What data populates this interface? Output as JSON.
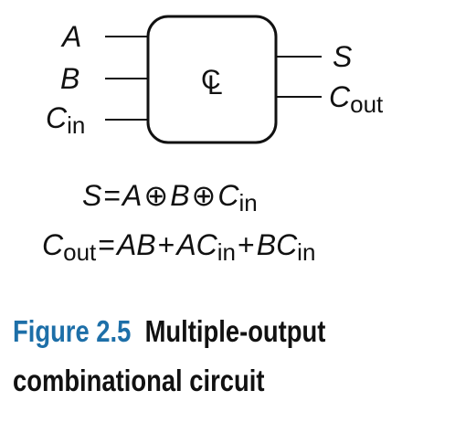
{
  "block": {
    "label": "CL"
  },
  "inputs": [
    {
      "name": "A",
      "sub": ""
    },
    {
      "name": "B",
      "sub": ""
    },
    {
      "name": "C",
      "sub": "in"
    }
  ],
  "outputs": [
    {
      "name": "S",
      "sub": ""
    },
    {
      "name": "C",
      "sub": "out"
    }
  ],
  "equations": {
    "sum": {
      "lhs": "S",
      "eq": "=",
      "a": "A",
      "op": "⊕",
      "b": "B",
      "c": "C",
      "c_sub": "in"
    },
    "carry": {
      "lhs": "C",
      "lhs_sub": "out",
      "eq": "=",
      "t1": "AB",
      "plus": "+",
      "t2": "A",
      "t2c": "C",
      "t2_sub": "in",
      "t3": "B",
      "t3c": "C",
      "t3_sub": "in"
    }
  },
  "caption": {
    "label": "Figure 2.5",
    "text_line1": "Multiple-output",
    "text_line2": "combinational circuit"
  },
  "colors": {
    "caption_label": "#1d6fa8",
    "ink": "#111111"
  }
}
